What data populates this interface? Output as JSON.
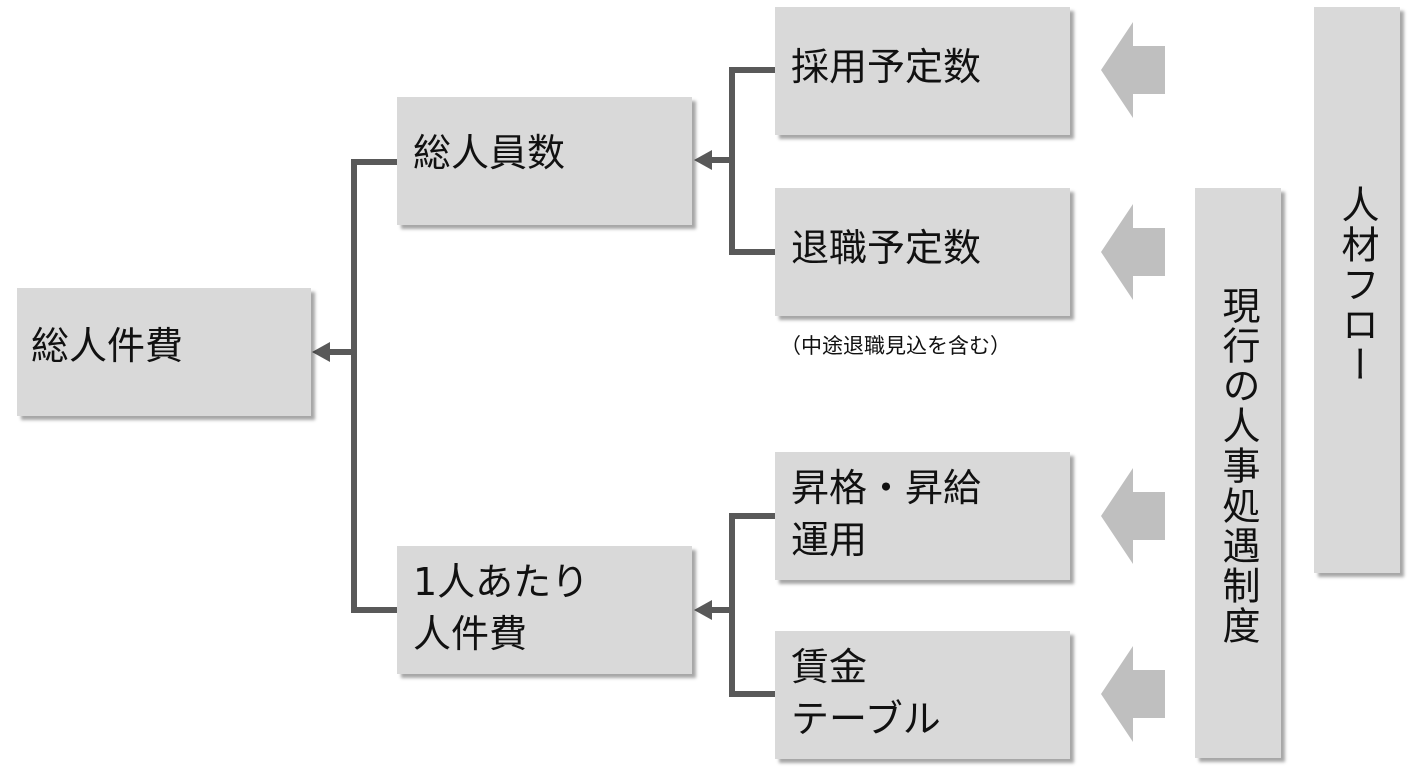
{
  "boxes": {
    "total_cost": "総人件費",
    "total_headcount": "総人員数",
    "per_person_cost": "1人あたり\n人件費",
    "hiring_plan": "採用予定数",
    "retirement_plan": "退職予定数",
    "promotion_raise": "昇格・昇給\n運用",
    "wage_table": "賃金\nテーブル"
  },
  "note_retirement": "（中途退職見込を含む）",
  "side_panels": {
    "hr_system": "現行の人事処遇制度",
    "talent_flow": "人材フロー"
  },
  "colors": {
    "box_fill": "#d9d9d9",
    "connector": "#595959",
    "arrow_fill": "#bfbfbf"
  }
}
